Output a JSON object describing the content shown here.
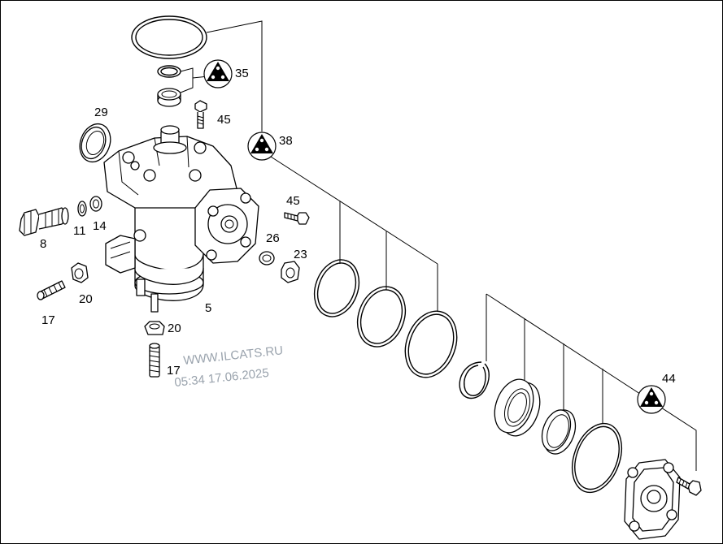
{
  "callouts": {
    "c29": "29",
    "c35": "35",
    "c45a": "45",
    "c38": "38",
    "c45b": "45",
    "c8": "8",
    "c11": "11",
    "c14": "14",
    "c26": "26",
    "c23": "23",
    "c20a": "20",
    "c17a": "17",
    "c5": "5",
    "c20b": "20",
    "c17b": "17",
    "c44": "44"
  },
  "watermark": {
    "line1": "WWW.ILCATS.RU",
    "line2": "05:34 17.06.2025"
  },
  "colors": {
    "line": "#000000",
    "background": "#ffffff",
    "watermark": "#9aa3ad"
  }
}
